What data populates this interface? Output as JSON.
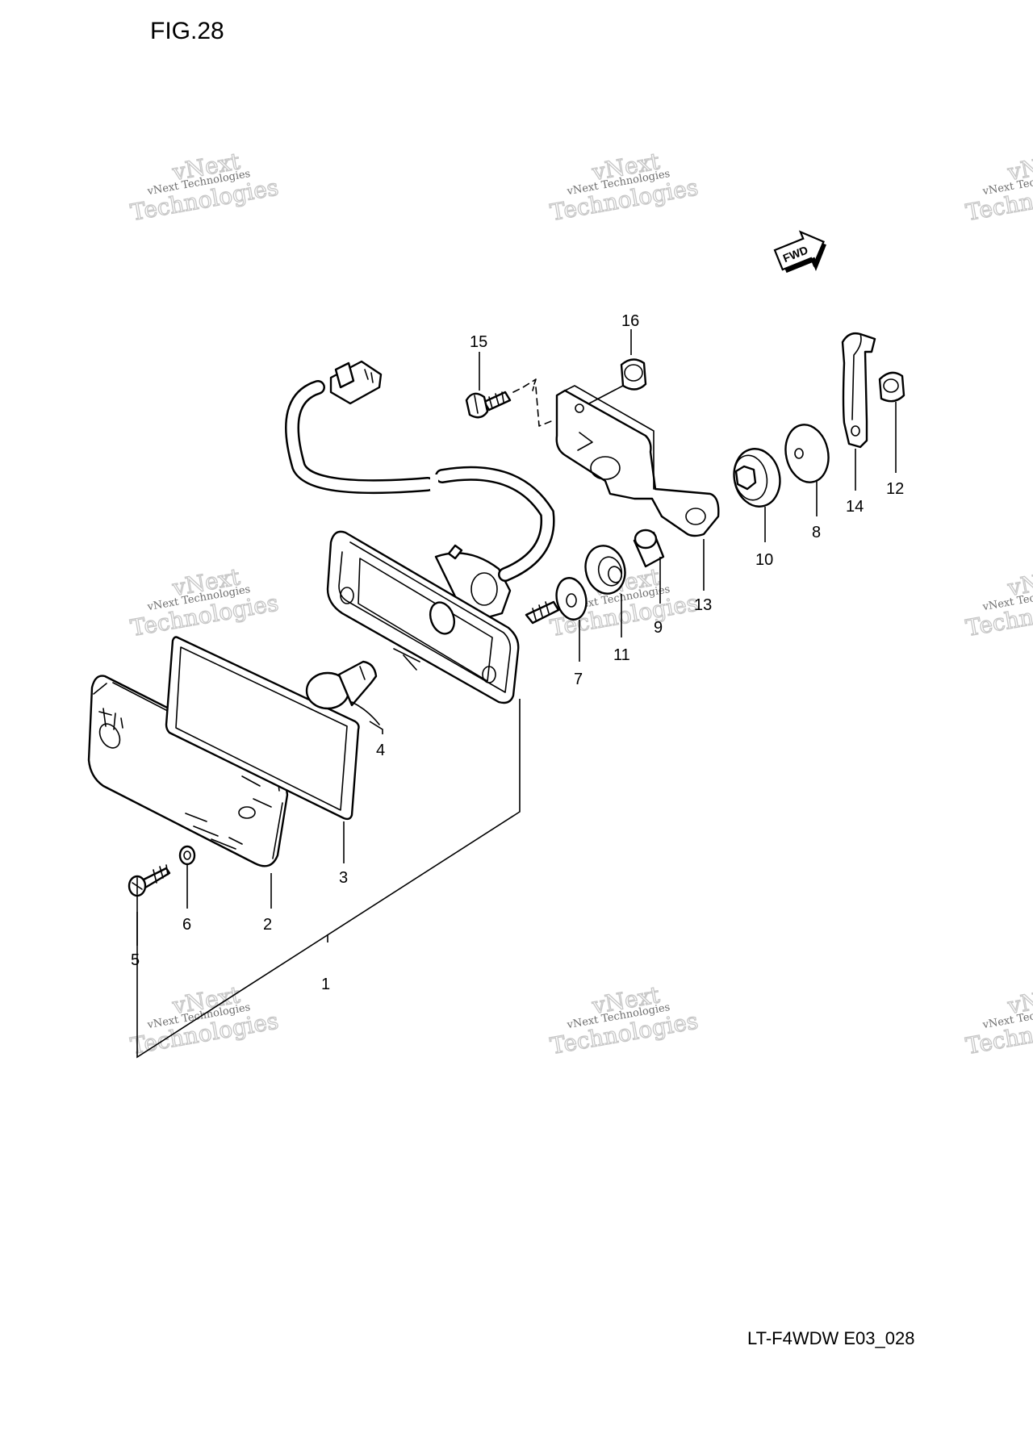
{
  "figure": {
    "title": "FIG.28",
    "code": "LT-F4WDW E03_028",
    "direction_badge": "FWD"
  },
  "watermark": {
    "line1": "vNext Technologies",
    "line2": "vNext",
    "line3": "Technologies"
  },
  "callouts": [
    {
      "id": "c1",
      "label": "1"
    },
    {
      "id": "c2",
      "label": "2"
    },
    {
      "id": "c3",
      "label": "3"
    },
    {
      "id": "c4",
      "label": "4"
    },
    {
      "id": "c5",
      "label": "5"
    },
    {
      "id": "c6",
      "label": "6"
    },
    {
      "id": "c7",
      "label": "7"
    },
    {
      "id": "c8",
      "label": "8"
    },
    {
      "id": "c9",
      "label": "9"
    },
    {
      "id": "c10",
      "label": "10"
    },
    {
      "id": "c11",
      "label": "11"
    },
    {
      "id": "c12",
      "label": "12"
    },
    {
      "id": "c13",
      "label": "13"
    },
    {
      "id": "c14",
      "label": "14"
    },
    {
      "id": "c15",
      "label": "15"
    },
    {
      "id": "c16",
      "label": "16"
    }
  ],
  "colors": {
    "ink": "#000000",
    "watermark_text": "#6f6f6f",
    "watermark_outline": "#c7c7c7",
    "background": "#ffffff"
  }
}
